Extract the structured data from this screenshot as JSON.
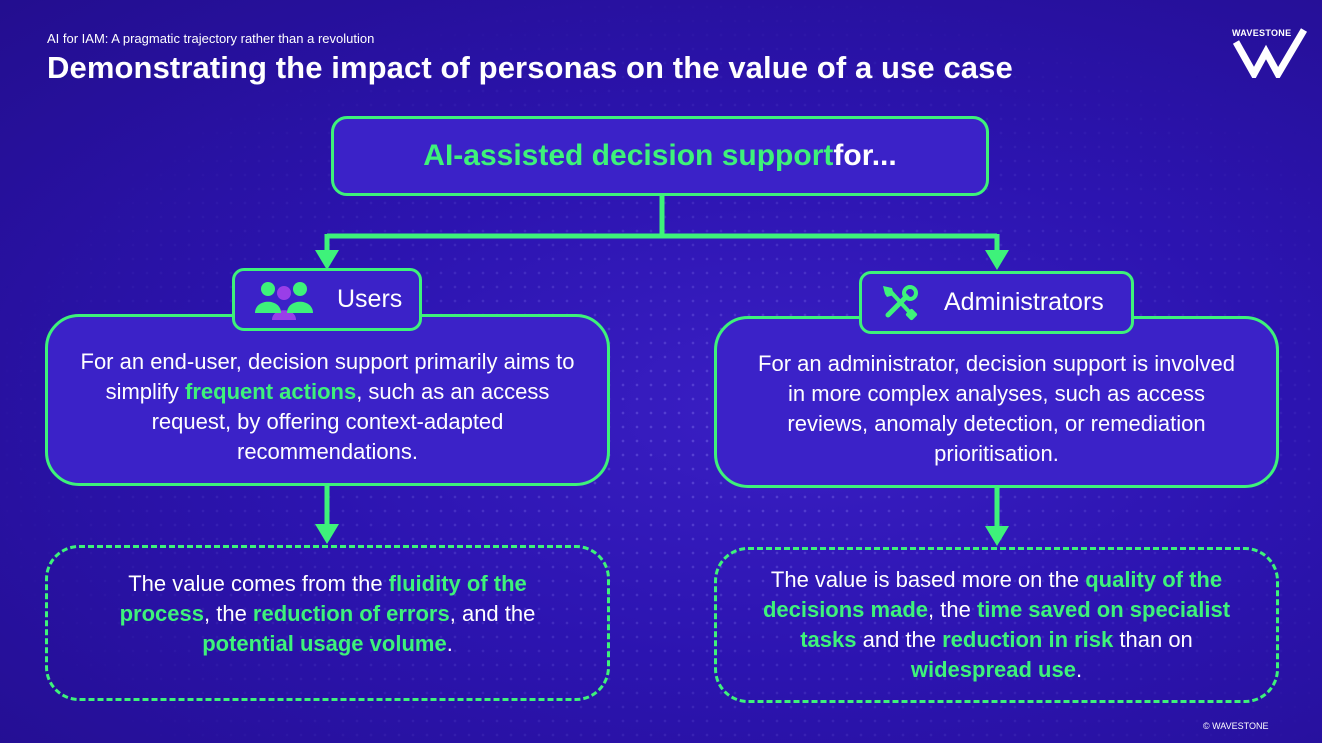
{
  "header": {
    "subtitle": "AI for IAM: A pragmatic trajectory rather than a revolution",
    "title": "Demonstrating the impact of personas on the value of a use case",
    "logo_text": "WAVESTONE",
    "copyright": "© WAVESTONE"
  },
  "colors": {
    "background": "#2c14b0",
    "box_fill": "#3b22c8",
    "accent_green": "#3ef27a",
    "text": "#ffffff"
  },
  "top_box": {
    "highlight": "AI-assisted decision support",
    "suffix": " for..."
  },
  "users": {
    "icon": "users-icon",
    "label": "Users",
    "desc": {
      "p1": "For an end-user, decision support primarily aims to simplify ",
      "h1": "frequent actions",
      "p2": ", such as an access request, by offering context-adapted recommendations."
    },
    "value": {
      "p1": "The value comes from the ",
      "h1": "fluidity of the process",
      "p2": ", the ",
      "h2": "reduction of errors",
      "p3": ", and the ",
      "h3": "potential usage volume",
      "p4": "."
    }
  },
  "admins": {
    "icon": "tools-icon",
    "label": "Administrators",
    "desc": "For an administrator, decision support is involved in more complex analyses, such as access reviews, anomaly detection, or remediation prioritisation.",
    "value": {
      "p1": "The value is based more on the ",
      "h1": "quality of the decisions made",
      "p2": ", the ",
      "h2": "time saved on specialist tasks",
      "p3": " and the ",
      "h3": "reduction in risk",
      "p4": " than on ",
      "h4": "widespread use",
      "p5": "."
    }
  }
}
